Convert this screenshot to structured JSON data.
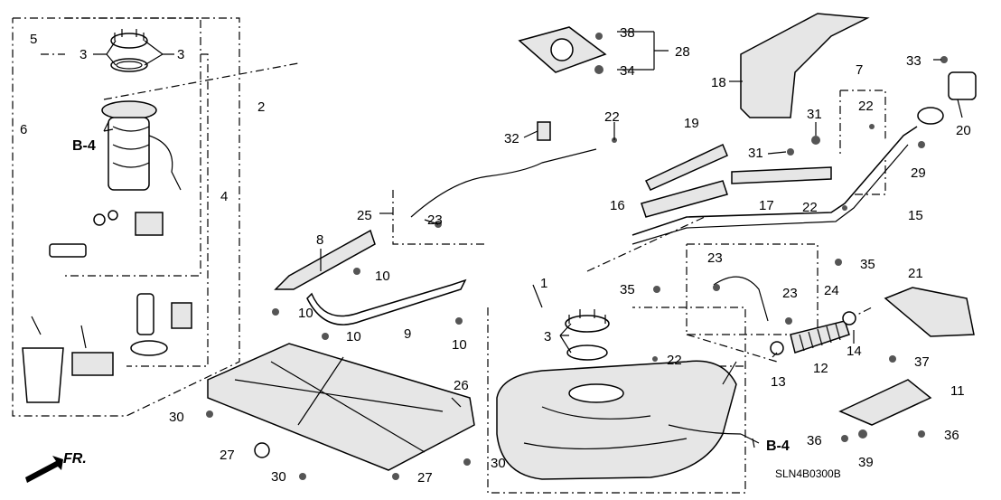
{
  "callouts": {
    "n1": "1",
    "n2": "2",
    "n3a": "3",
    "n3b": "3",
    "n3c": "3",
    "n4": "4",
    "n5": "5",
    "n6": "6",
    "n7": "7",
    "n8": "8",
    "n9": "9",
    "n10a": "10",
    "n10b": "10",
    "n10c": "10",
    "n10d": "10",
    "n11": "11",
    "n12": "12",
    "n13": "13",
    "n14": "14",
    "n15": "15",
    "n16": "16",
    "n17": "17",
    "n18": "18",
    "n19": "19",
    "n20": "20",
    "n21": "21",
    "n22a": "22",
    "n22b": "22",
    "n22c": "22",
    "n22d": "22",
    "n23a": "23",
    "n23b": "23",
    "n23c": "23",
    "n24": "24",
    "n25": "25",
    "n26": "26",
    "n27a": "27",
    "n27b": "27",
    "n28": "28",
    "n29": "29",
    "n30a": "30",
    "n30b": "30",
    "n30c": "30",
    "n31a": "31",
    "n31b": "31",
    "n32": "32",
    "n33": "33",
    "n34": "34",
    "n35a": "35",
    "n35b": "35",
    "n36a": "36",
    "n36b": "36",
    "n37": "37",
    "n38": "38",
    "n39": "39"
  },
  "refs": {
    "b4_left": "B-4",
    "b4_right": "B-4"
  },
  "front_label": "FR.",
  "diagram_code": "SLN4B0300B"
}
